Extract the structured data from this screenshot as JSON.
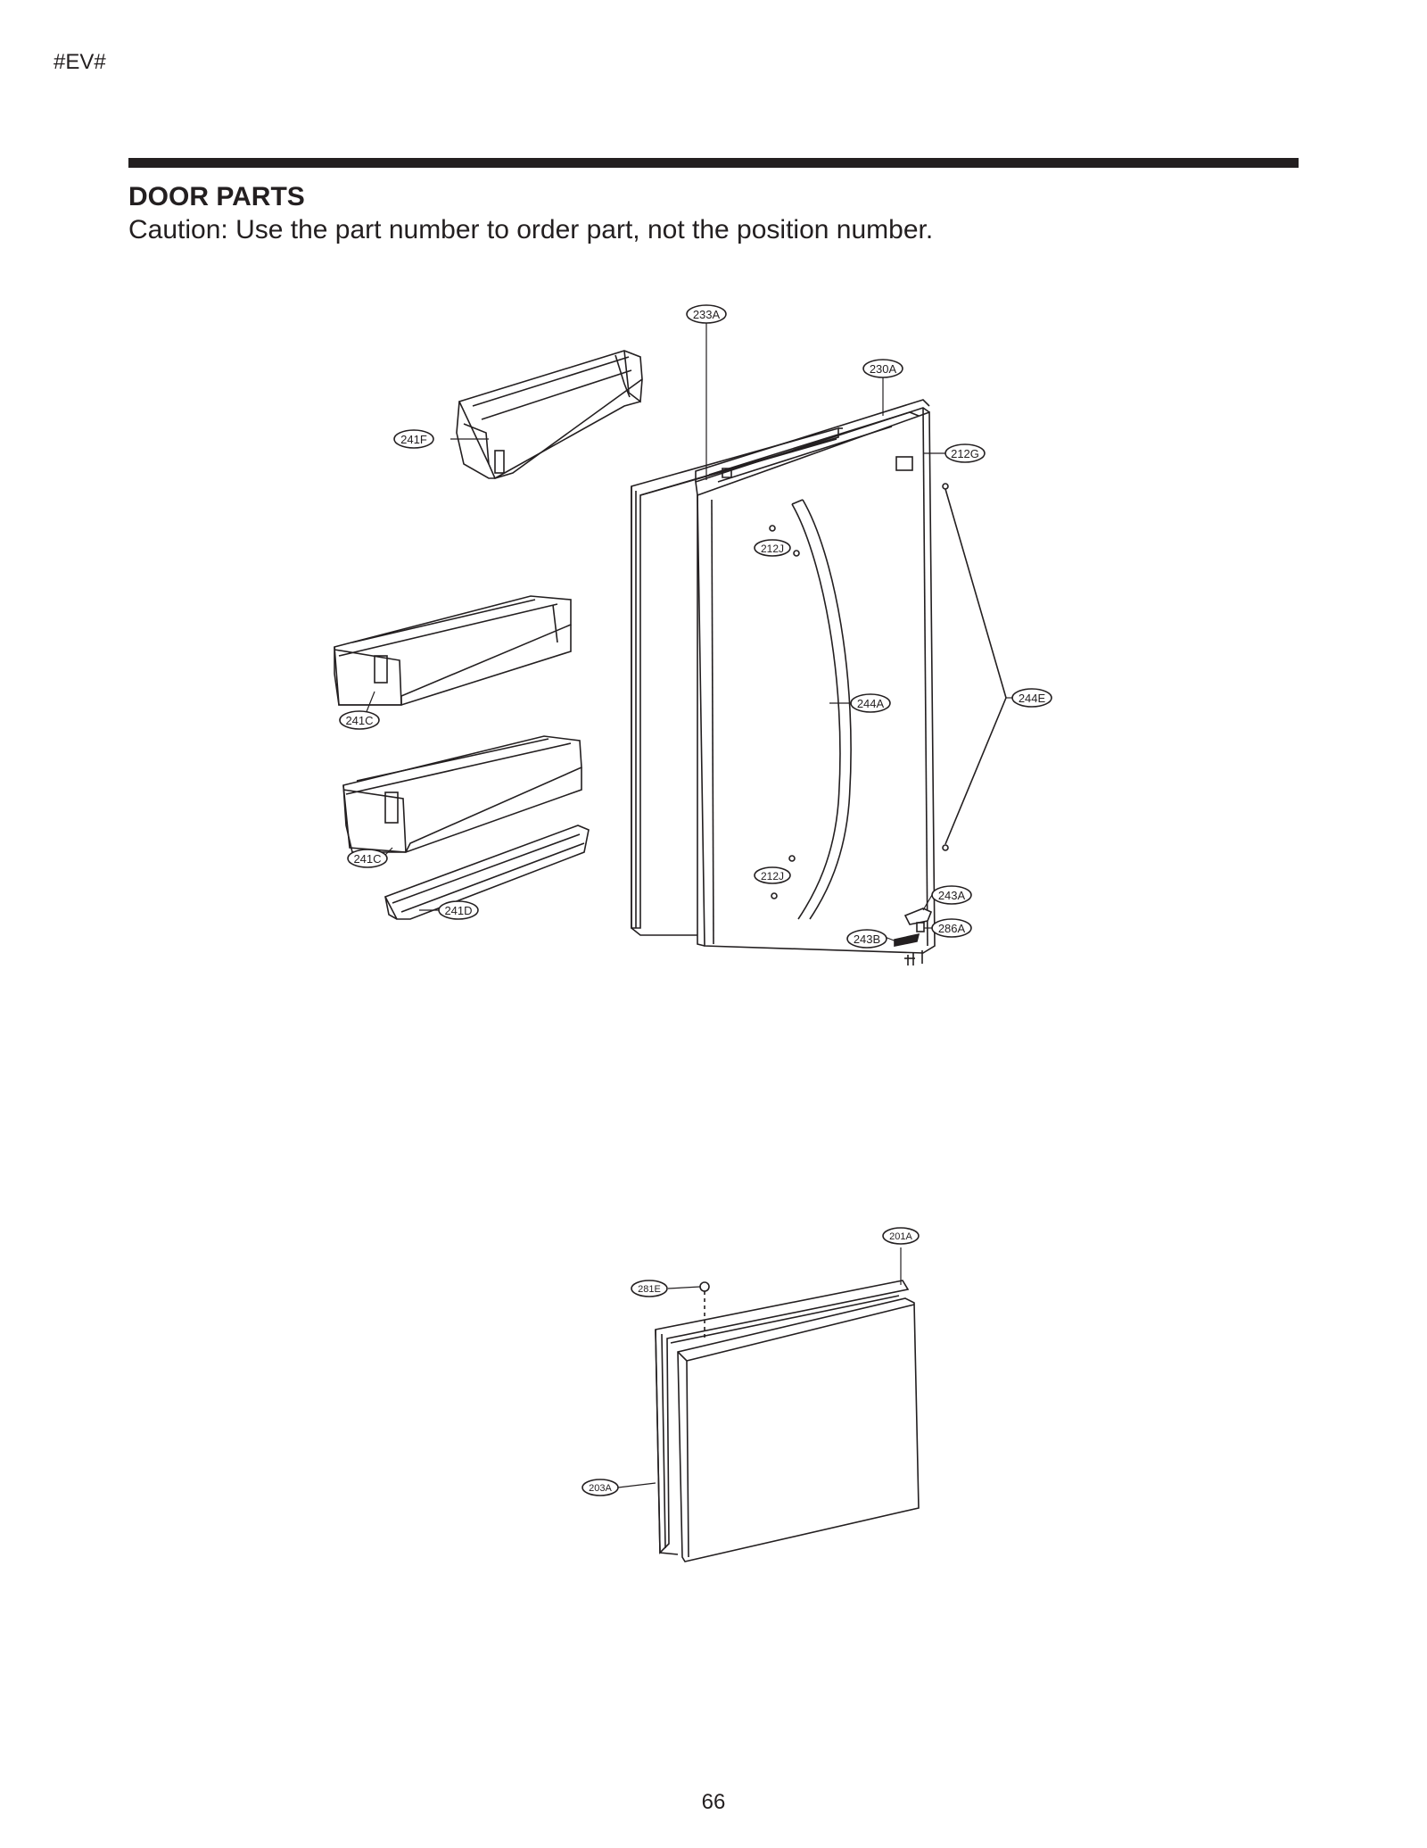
{
  "header": {
    "code": "#EV#"
  },
  "section": {
    "title": "DOOR PARTS",
    "caution": "Caution: Use the part number to order part, not the position number."
  },
  "callouts": {
    "c230A": "230A",
    "c233A": "233A",
    "c212G": "212G",
    "c241F": "241F",
    "c212J_top": "212J",
    "c241C_1": "241C",
    "c244A": "244A",
    "c244E": "244E",
    "c241C_2": "241C",
    "c212J_bot": "212J",
    "c243A": "243A",
    "c241D": "241D",
    "c286A": "286A",
    "c243B": "243B",
    "c201A": "201A",
    "c281E": "281E",
    "c203A": "203A"
  },
  "footer": {
    "page_number": "66"
  }
}
